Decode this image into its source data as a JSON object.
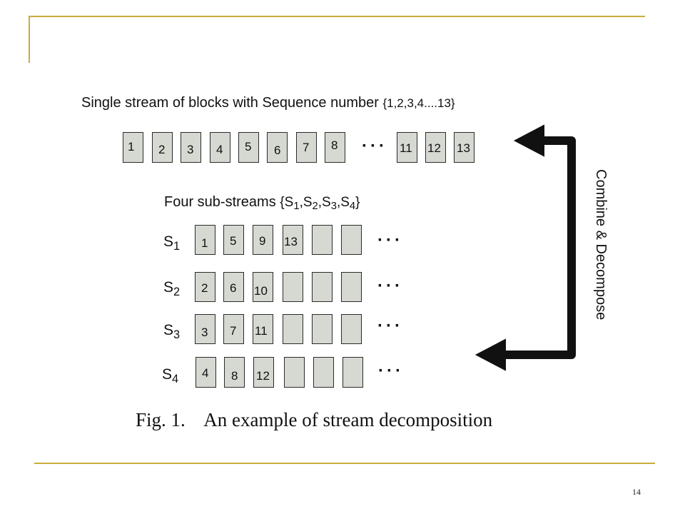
{
  "slide": {
    "page_number": "14",
    "accent_color": "#c9ad3a"
  },
  "diagram": {
    "top_title": "Single stream of blocks with Sequence number",
    "top_title_set": "{1,2,3,4....13}",
    "single_stream": [
      "1",
      "2",
      "3",
      "4",
      "5",
      "6",
      "7",
      "8",
      "11",
      "12",
      "13"
    ],
    "ellipsis": "···",
    "sub_title": "Four sub-streams",
    "sub_title_set": {
      "open": "{S",
      "s1": "1",
      "c1": ",S",
      "s2": "2",
      "c2": ",S",
      "s3": "3",
      "c3": ",S",
      "s4": "4",
      "close": "}"
    },
    "substreams": [
      {
        "name": "S",
        "index": "1",
        "blocks": [
          "1",
          "5",
          "9",
          "13",
          "",
          ""
        ]
      },
      {
        "name": "S",
        "index": "2",
        "blocks": [
          "2",
          "6",
          "10",
          "",
          "",
          ""
        ]
      },
      {
        "name": "S",
        "index": "3",
        "blocks": [
          "3",
          "7",
          "11",
          "",
          "",
          ""
        ]
      },
      {
        "name": "S",
        "index": "4",
        "blocks": [
          "4",
          "8",
          "12",
          "",
          "",
          ""
        ]
      }
    ],
    "arrow_label": "Combine & Decompose",
    "caption": "Fig. 1.    An example of stream decomposition"
  }
}
